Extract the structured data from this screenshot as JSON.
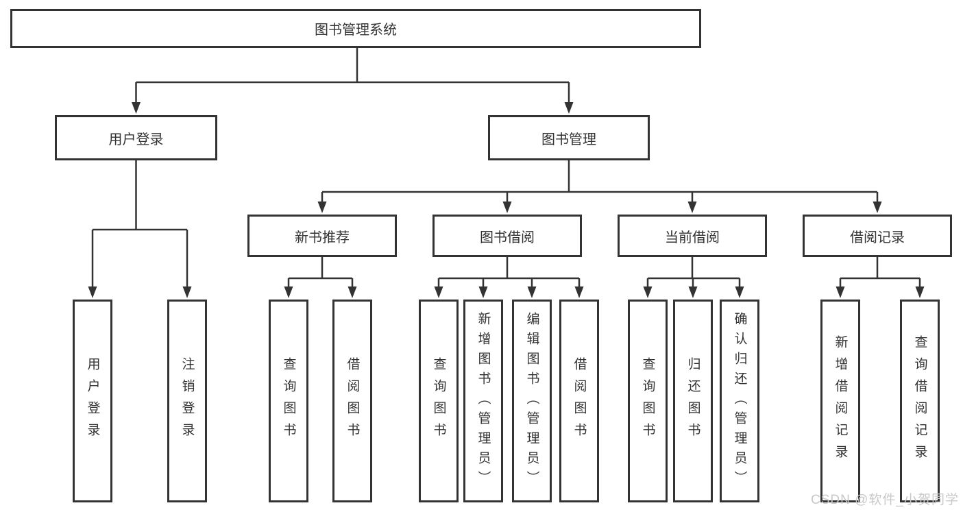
{
  "diagram": {
    "root": "图书管理系统",
    "level1": {
      "user_login": "用户登录",
      "book_management": "图书管理"
    },
    "level2": {
      "new_book_recommend": "新书推荐",
      "book_borrow": "图书借阅",
      "current_borrow": "当前借阅",
      "borrow_records": "借阅记录"
    },
    "leaves": {
      "user_login": [
        "用户登录",
        "注销登录"
      ],
      "new_book_recommend": [
        "查询图书",
        "借阅图书"
      ],
      "book_borrow": [
        "查询图书",
        "新增图书（管理员）",
        "编辑图书（管理员）",
        "借阅图书"
      ],
      "current_borrow": [
        "查询图书",
        "归还图书",
        "确认归还（管理员）"
      ],
      "borrow_records": [
        "新增借阅记录",
        "查询借阅记录"
      ]
    },
    "colors": {
      "line": "#333333",
      "text": "#333333",
      "box_background": "#ffffff",
      "page_background": "#ffffff",
      "watermark": "#c8c8c8"
    }
  },
  "watermark": {
    "text": "CSDN @软件_小贺同学"
  }
}
